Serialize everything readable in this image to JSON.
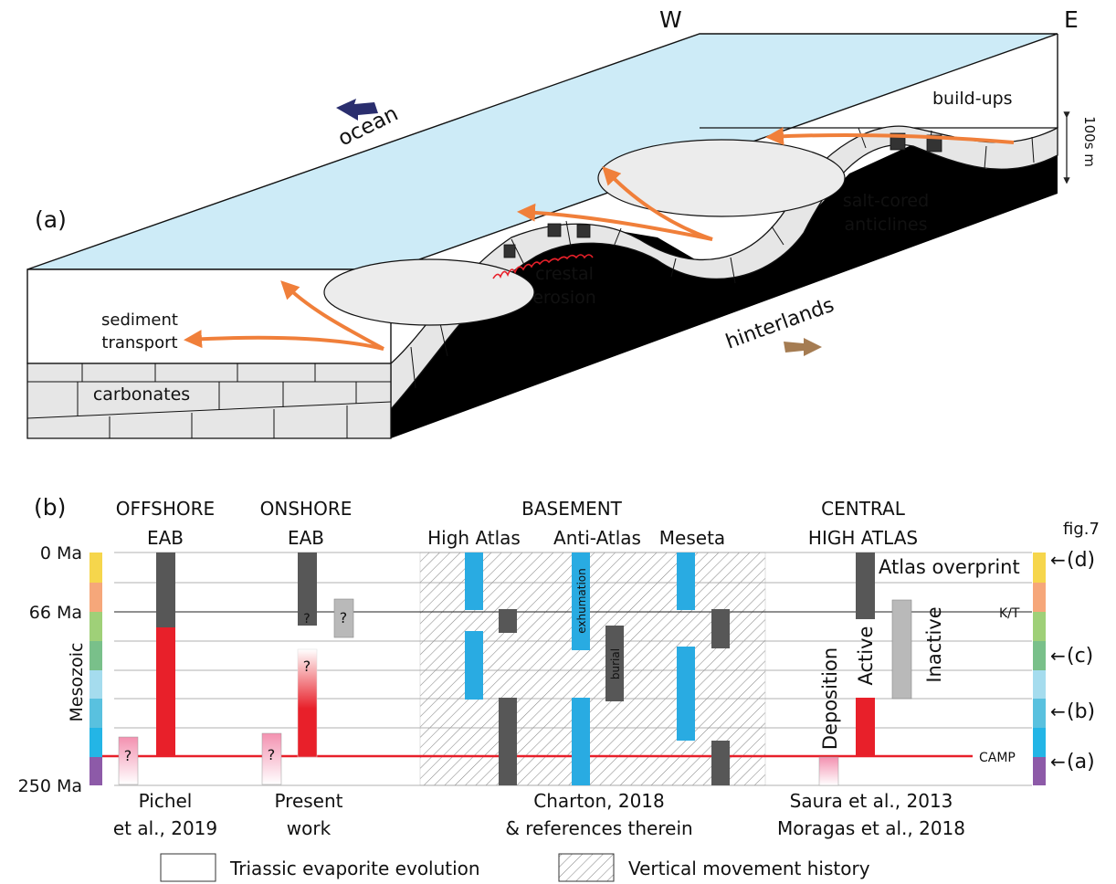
{
  "panel_a": {
    "label": "(a)",
    "west": "W",
    "east": "E",
    "ocean": "ocean",
    "buildups": "build-ups",
    "scale": "100s m",
    "salt1": "salt-cored",
    "salt2": "anticlines",
    "crestal1": "crestal",
    "crestal2": "erosion",
    "sediment1": "sediment",
    "sediment2": "transport",
    "hinterlands": "hinterlands",
    "carbonates": "carbonates"
  },
  "panel_b": {
    "label": "(b)",
    "offshore1": "OFFSHORE",
    "offshore2": "EAB",
    "onshore1": "ONSHORE",
    "onshore2": "EAB",
    "basement": "BASEMENT",
    "high_atlas": "High Atlas",
    "anti_atlas": "Anti-Atlas",
    "meseta": "Meseta",
    "central1": "CENTRAL",
    "central2": "HIGH ATLAS",
    "fig7": "fig.7",
    "age_top": "0 Ma",
    "age_kt": "66 Ma",
    "age_bottom": "250 Ma",
    "era": "Mesozoic",
    "q": "?",
    "exhumation": "exhumation",
    "burial": "burial",
    "atlas_overprint": "Atlas overprint",
    "kt": "K/T",
    "camp": "CAMP",
    "inactive": "Inactive",
    "active": "Active",
    "deposition": "Deposition",
    "d": "(d)",
    "c": "(c)",
    "b": "(b)",
    "a": "(a)",
    "arrow": "←",
    "ref_pichel1": "Pichel",
    "ref_pichel2": "et al., 2019",
    "ref_present1": "Present",
    "ref_present2": "work",
    "ref_charton1": "Charton, 2018",
    "ref_charton2": "& references therein",
    "ref_saura1": "Saura et al., 2013",
    "ref_saura2": "Moragas et al., 2018",
    "legend_triassic": "Triassic evaporite evolution",
    "legend_vertical": "Vertical movement history"
  },
  "colors": {
    "sea": "#cdebf7",
    "salt": "#000000",
    "bed": "#e6e6e6",
    "arrow_orange": "#f07f3a",
    "ocean_arrow": "#2a2e6e",
    "hinter_arrow": "#a57c52",
    "red": "#e8202a",
    "dark_grey": "#575757",
    "light_grey": "#b9b9b9",
    "blue": "#29abe2",
    "pink": "#f391b0"
  }
}
